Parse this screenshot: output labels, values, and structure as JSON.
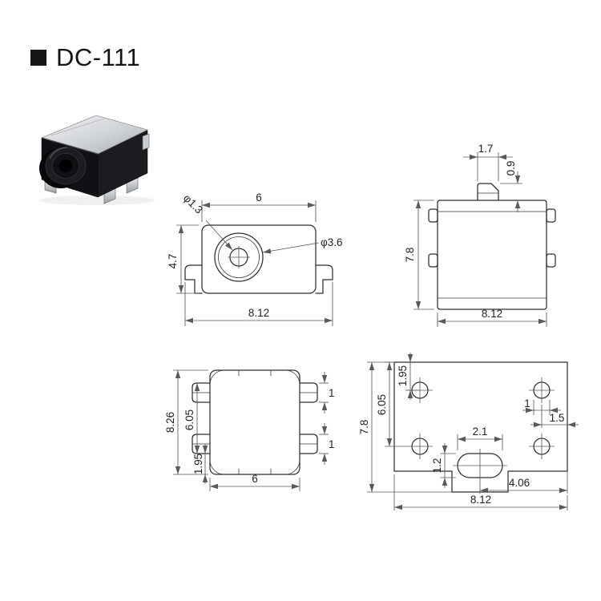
{
  "title": "DC-111",
  "colors": {
    "line": "#2e2e2e",
    "dim_line": "#5a5a5a",
    "text": "#1f1f1f",
    "background": "#ffffff"
  },
  "product_image": {
    "description": "dc-power-jack-connector-photo"
  },
  "views": {
    "front": {
      "dim_width_top": "6",
      "dim_inner_dia": "φ1.3",
      "dim_outer_dia": "φ3.6",
      "dim_height": "4.7",
      "dim_width_total": "8.12"
    },
    "side": {
      "dim_pin_width": "1.7",
      "dim_pin_height": "0.9",
      "dim_height": "7.8",
      "dim_width": "8.12"
    },
    "bottom": {
      "dim_height_total": "8.26",
      "dim_height_inner": "6.05",
      "dim_leg_offset": "1.95",
      "dim_width": "6",
      "dim_tab_top": "1",
      "dim_tab_bottom": "1"
    },
    "footprint": {
      "dim_hole_top_offset": "1.95",
      "dim_hole_row_span": "6.05",
      "dim_height_total": "7.8",
      "dim_hole_dia": "1",
      "dim_pad": "1.5",
      "dim_slot_height": "1.2",
      "dim_slot_width": "2.1",
      "dim_slot_offset": "4.06",
      "dim_width_total": "8.12"
    }
  }
}
